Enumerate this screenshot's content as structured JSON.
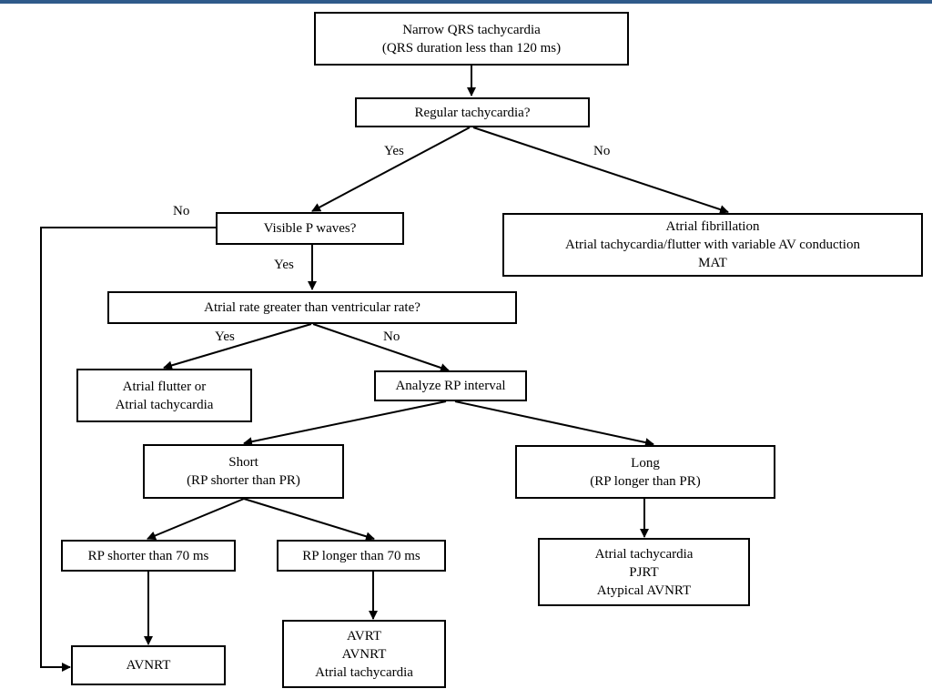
{
  "nodes": {
    "start": [
      "Narrow QRS tachycardia",
      "(QRS duration less than 120 ms)"
    ],
    "regular": [
      "Regular tachycardia?"
    ],
    "visible_p": [
      "Visible P waves?"
    ],
    "irregular": [
      "Atrial fibrillation",
      "Atrial tachycardia/flutter with variable AV conduction",
      "MAT"
    ],
    "atrial_rate": [
      "Atrial rate greater than ventricular rate?"
    ],
    "flutter": [
      "Atrial flutter or",
      "Atrial tachycardia"
    ],
    "analyze_rp": [
      "Analyze RP interval"
    ],
    "short": [
      "Short",
      "(RP shorter than PR)"
    ],
    "long": [
      "Long",
      "(RP longer than PR)"
    ],
    "rp_short70": [
      "RP shorter than 70 ms"
    ],
    "rp_long70": [
      "RP longer than 70 ms"
    ],
    "long_result": [
      "Atrial tachycardia",
      "PJRT",
      "Atypical AVNRT"
    ],
    "avnrt": [
      "AVNRT"
    ],
    "avrt_group": [
      "AVRT",
      "AVNRT",
      "Atrial tachycardia"
    ]
  },
  "edge_labels": {
    "regular_yes": "Yes",
    "regular_no": "No",
    "visible_p_no": "No",
    "visible_p_yes": "Yes",
    "atrial_yes": "Yes",
    "atrial_no": "No"
  }
}
